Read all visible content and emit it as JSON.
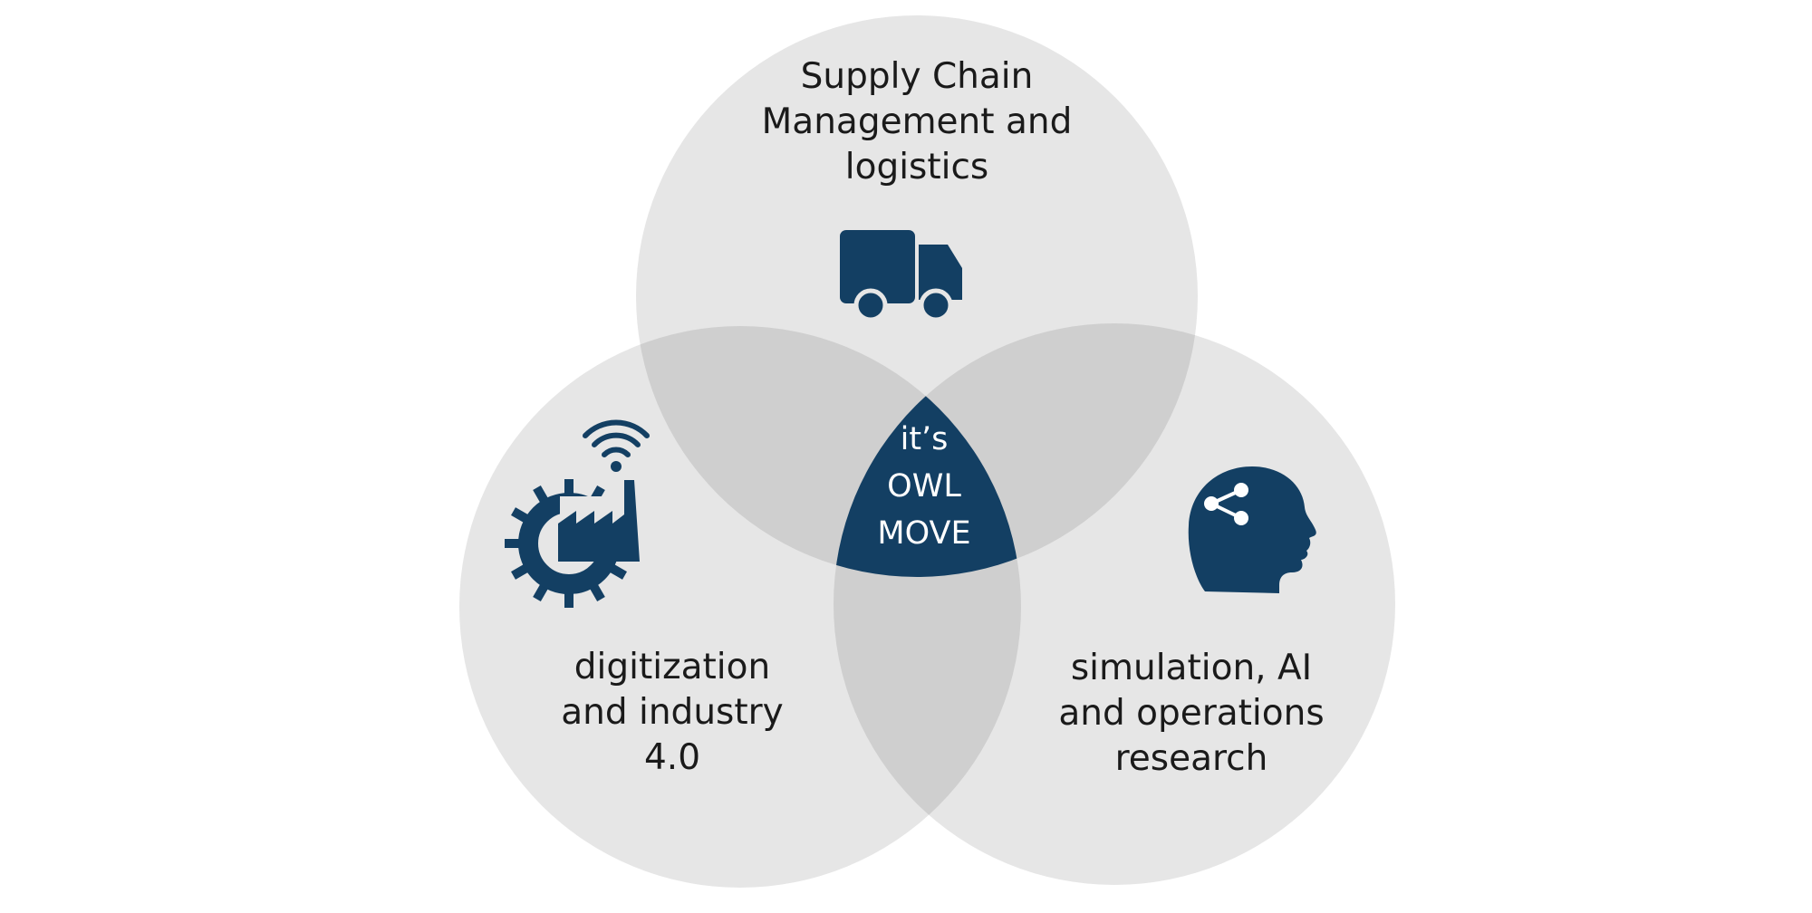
{
  "diagram": {
    "top_circle": {
      "lines": [
        "Supply Chain",
        "Management and",
        "logistics"
      ],
      "icon": "truck-icon"
    },
    "left_circle": {
      "lines": [
        "digitization",
        "and industry",
        "4.0"
      ],
      "icon": "smart-factory-gear-icon"
    },
    "right_circle": {
      "lines": [
        "simulation, AI",
        "and operations",
        "research"
      ],
      "icon": "head-network-icon"
    },
    "center": {
      "lines": [
        "it’s",
        "OWL",
        "MOVE"
      ]
    },
    "colors": {
      "circle_fill": "#e6e6e6",
      "overlap_fill": "#cfcfcf",
      "accent": "#133f63",
      "text": "#1a1a1a"
    }
  }
}
